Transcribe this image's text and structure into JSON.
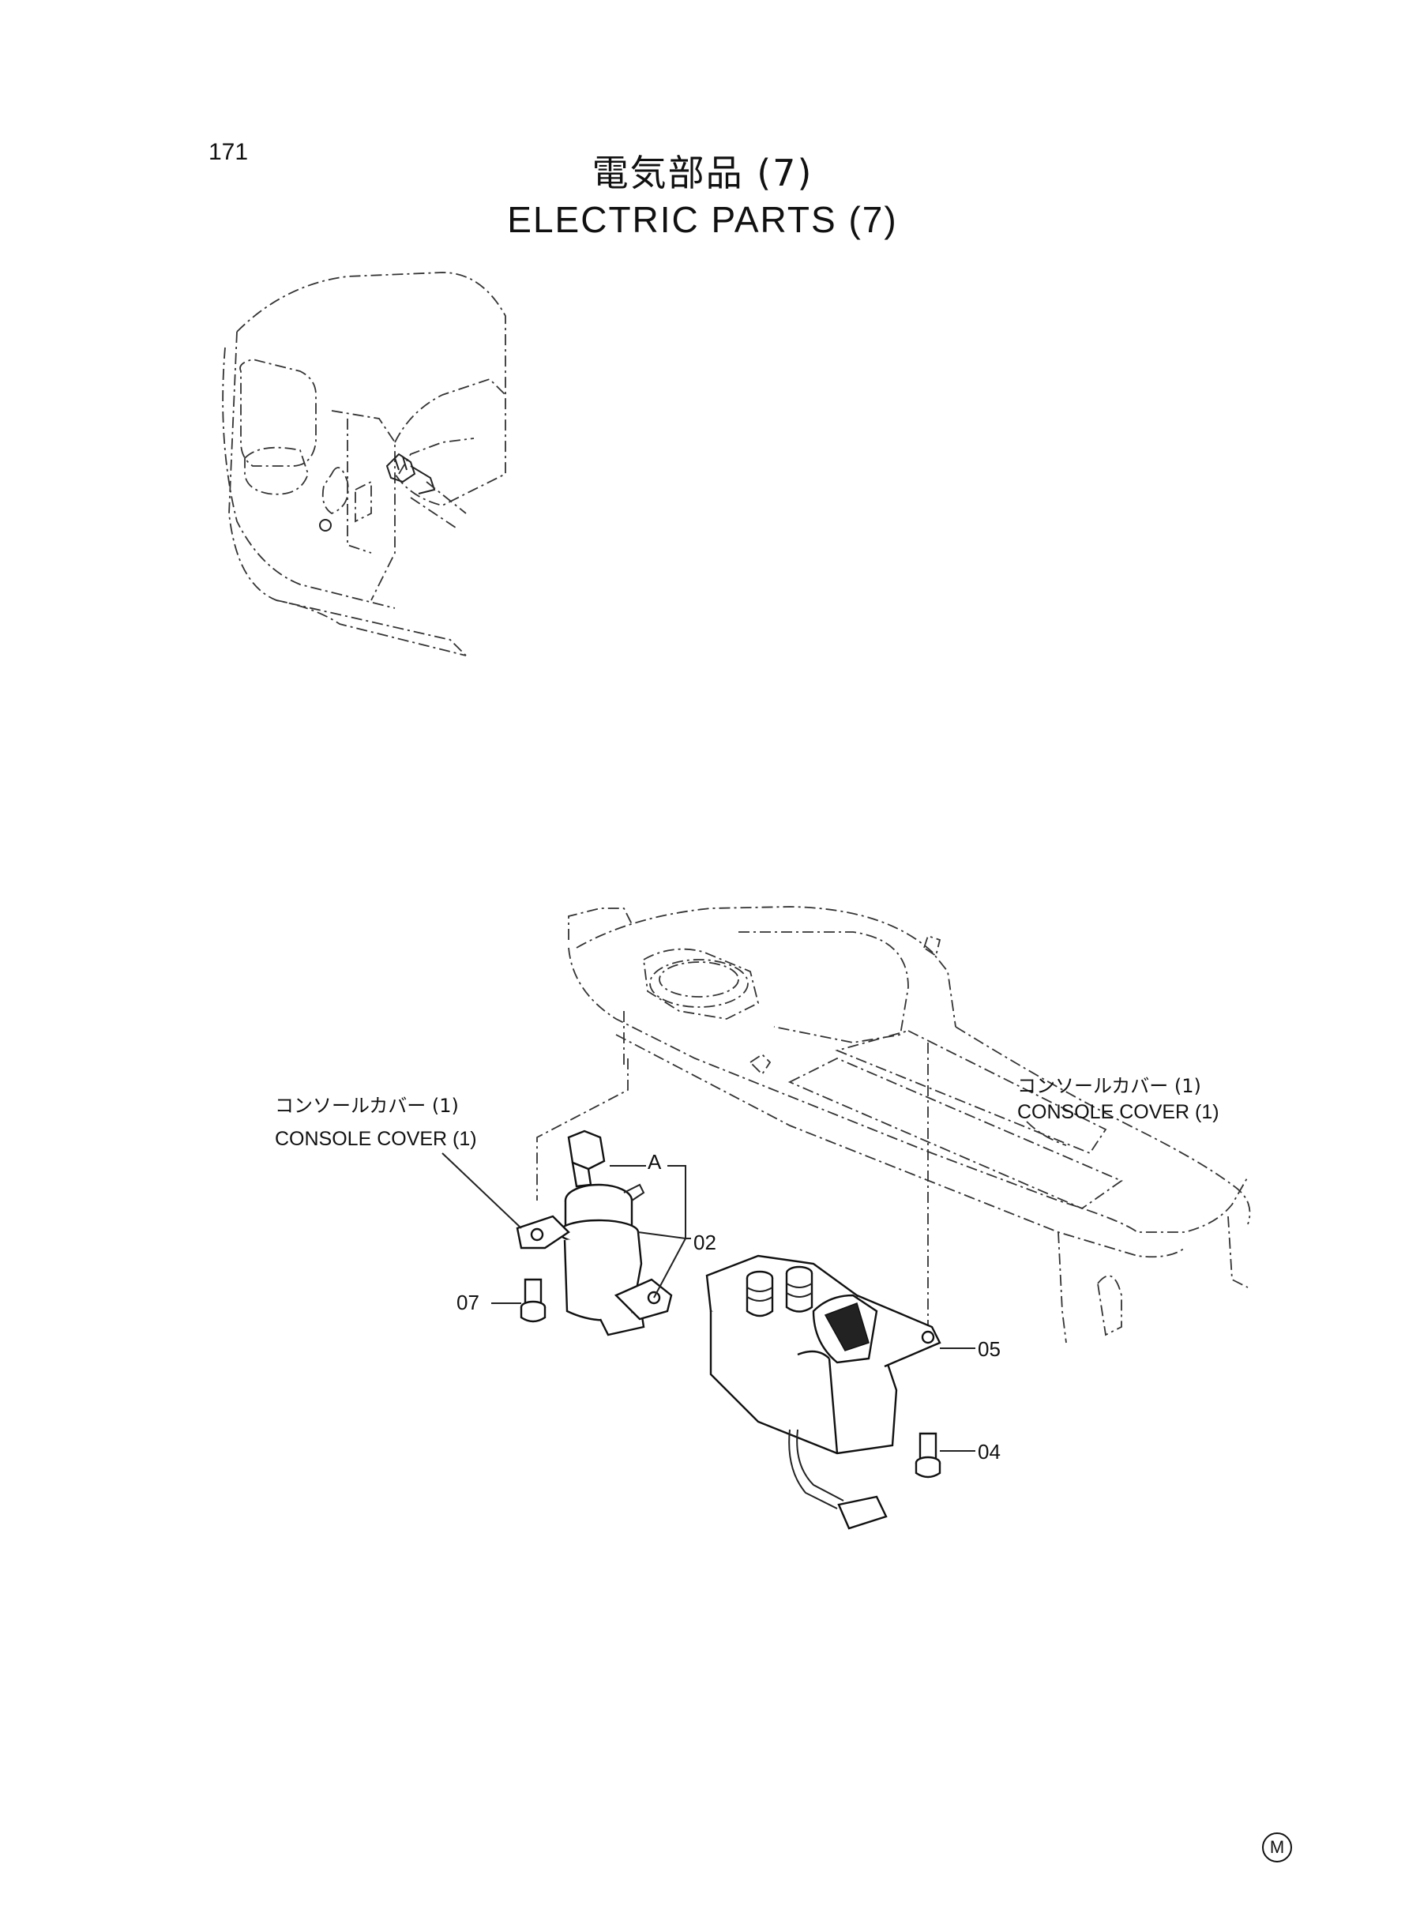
{
  "page": {
    "number": "171",
    "title_jp": "電気部品 (7)",
    "title_en": "ELECTRIC PARTS (7)"
  },
  "labels": {
    "left_jp": "コンソールカバー (1)",
    "left_en": "CONSOLE COVER (1)",
    "right_jp": "コンソールカバー (1)",
    "right_en": "CONSOLE COVER (1)"
  },
  "callouts": {
    "a": "A",
    "c02": "02",
    "c07": "07",
    "c05": "05",
    "c04": "04"
  },
  "corner_mark": "M"
}
